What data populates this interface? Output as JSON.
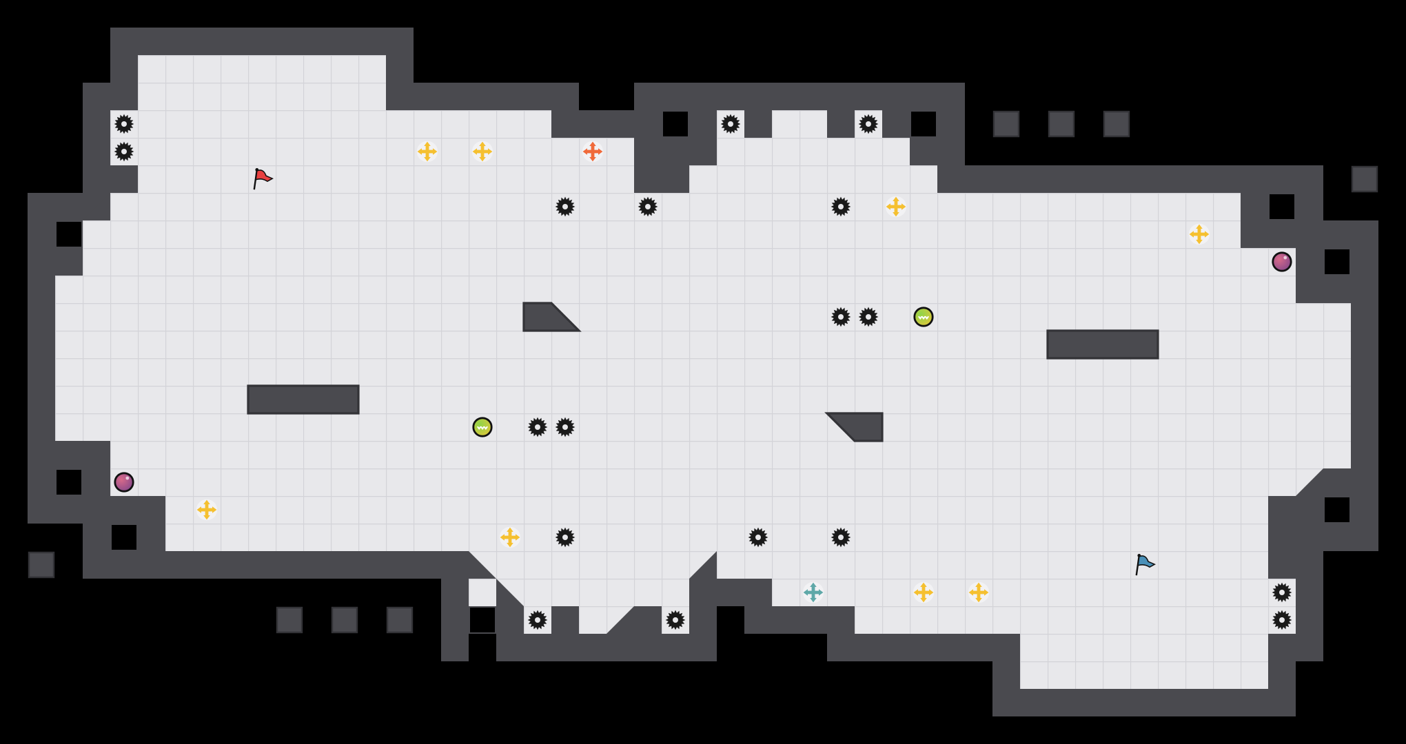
{
  "game": {
    "view": "level-map",
    "colors": {
      "background": "#000000",
      "floor": "#e8e8eb",
      "floor_grid": "#d3d3d8",
      "wall": "#4a4a4f",
      "wall_edge": "#333337",
      "hole": "#000000"
    },
    "entities": {
      "spike_gear": {
        "count": 18,
        "color": "#1a1a1a"
      },
      "boost_pad_yellow": {
        "count": 8,
        "color": "#f5c030"
      },
      "boost_pad_orange": {
        "count": 1,
        "color": "#f06a3a"
      },
      "boost_pad_teal": {
        "count": 1,
        "color": "#5fa8a8"
      },
      "orb_green": {
        "count": 2,
        "color": "#6cc04a"
      },
      "orb_pink": {
        "count": 2,
        "color": "#c0506a"
      },
      "flag_red": {
        "count": 1,
        "color": "#e84040"
      },
      "flag_blue": {
        "count": 1,
        "color": "#4a90b8"
      }
    }
  }
}
